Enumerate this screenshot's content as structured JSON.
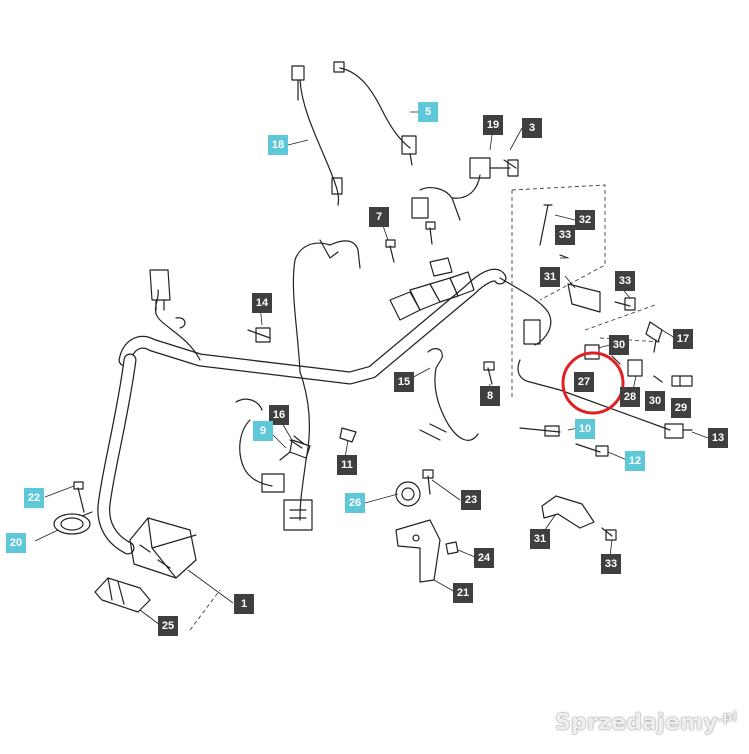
{
  "callouts": [
    {
      "label": "18",
      "style": "cyan"
    },
    {
      "label": "5",
      "style": "cyan"
    },
    {
      "label": "19",
      "style": "dark"
    },
    {
      "label": "3",
      "style": "dark"
    },
    {
      "label": "7",
      "style": "dark"
    },
    {
      "label": "32",
      "style": "dark"
    },
    {
      "label": "33",
      "style": "dark"
    },
    {
      "label": "31",
      "style": "dark"
    },
    {
      "label": "33",
      "style": "dark"
    },
    {
      "label": "14",
      "style": "dark"
    },
    {
      "label": "17",
      "style": "dark"
    },
    {
      "label": "30",
      "style": "dark"
    },
    {
      "label": "27",
      "style": "dark"
    },
    {
      "label": "15",
      "style": "dark"
    },
    {
      "label": "8",
      "style": "dark"
    },
    {
      "label": "28",
      "style": "dark"
    },
    {
      "label": "30",
      "style": "dark"
    },
    {
      "label": "29",
      "style": "dark"
    },
    {
      "label": "16",
      "style": "dark"
    },
    {
      "label": "9",
      "style": "cyan"
    },
    {
      "label": "10",
      "style": "cyan"
    },
    {
      "label": "13",
      "style": "dark"
    },
    {
      "label": "11",
      "style": "dark"
    },
    {
      "label": "12",
      "style": "cyan"
    },
    {
      "label": "22",
      "style": "cyan"
    },
    {
      "label": "26",
      "style": "cyan"
    },
    {
      "label": "23",
      "style": "dark"
    },
    {
      "label": "20",
      "style": "cyan"
    },
    {
      "label": "31",
      "style": "dark"
    },
    {
      "label": "24",
      "style": "dark"
    },
    {
      "label": "33",
      "style": "dark"
    },
    {
      "label": "21",
      "style": "dark"
    },
    {
      "label": "1",
      "style": "dark"
    },
    {
      "label": "25",
      "style": "dark"
    }
  ],
  "highlight": {
    "target_label": "27",
    "color": "#e02020"
  },
  "colors": {
    "dark_tag": "#3f3f3f",
    "cyan_tag": "#5fc8d8",
    "line": "#222222"
  },
  "watermark": {
    "brand": "Sprzedajemy",
    "domain": ".pl"
  }
}
